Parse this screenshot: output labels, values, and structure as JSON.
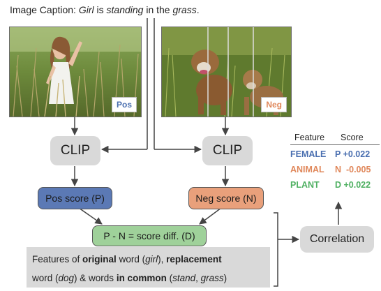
{
  "caption": {
    "label": "Image Caption:",
    "w1": "Girl",
    "t1": " is ",
    "w2": "standing",
    "t2": " in the ",
    "w3": "grass",
    "t3": "."
  },
  "images": {
    "pos_tag": "Pos",
    "neg_tag": "Neg",
    "pos_tag_color": "#4a6fb0",
    "neg_tag_color": "#e0875a"
  },
  "boxes": {
    "clip_left": "CLIP",
    "clip_right": "CLIP",
    "pos_score": "Pos score (P)",
    "neg_score": "Neg score (N)",
    "diff": "P - N = score diff. (D)",
    "correlation": "Correlation"
  },
  "features": {
    "p1": "Features of ",
    "b1": "original",
    "p2": " word (",
    "i1": "girl",
    "p3": "), ",
    "b2": "replacement",
    "p4": "word (",
    "i2": "dog",
    "p5": ") & words ",
    "b3": "in common",
    "p6": " (",
    "i3": "stand",
    "p7": ", ",
    "i4": "grass",
    "p8": ")"
  },
  "table": {
    "header_feature": "Feature",
    "header_score": "Score",
    "rows": [
      {
        "feature": "FEMALE",
        "score": "P +0.022",
        "color": "#4a6fb0"
      },
      {
        "feature": "ANIMAL",
        "score": "N  -0.005",
        "color": "#e0875a"
      },
      {
        "feature": "PLANT",
        "score": "D +0.022",
        "color": "#4fb062"
      }
    ]
  }
}
